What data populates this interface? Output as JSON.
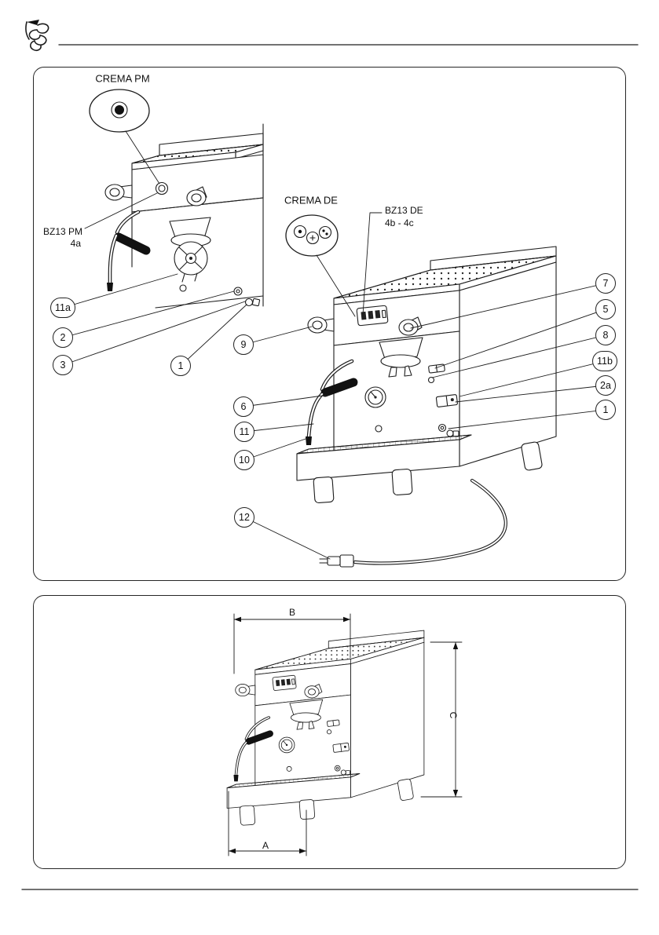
{
  "icons": {
    "logo": "manufacturer-swirl-logo"
  },
  "colors": {
    "line": "#1d1d1d",
    "background": "#ffffff"
  },
  "panel_top": {
    "pm": {
      "title": "CREMA PM",
      "model": "BZ13 PM",
      "variant": "4a",
      "callouts": {
        "c11a": "11a",
        "c2": "2",
        "c3": "3",
        "c1": "1"
      }
    },
    "de": {
      "title": "CREMA DE",
      "model": "BZ13 DE",
      "variant": "4b - 4c",
      "callouts": {
        "c9": "9",
        "c6": "6",
        "c11": "11",
        "c10": "10",
        "c12": "12",
        "c7": "7",
        "c5": "5",
        "c8": "8",
        "c11b": "11b",
        "c2a": "2a",
        "c1": "1"
      }
    }
  },
  "panel_dimensions": {
    "width": "B",
    "height": "C",
    "depth": "A"
  }
}
